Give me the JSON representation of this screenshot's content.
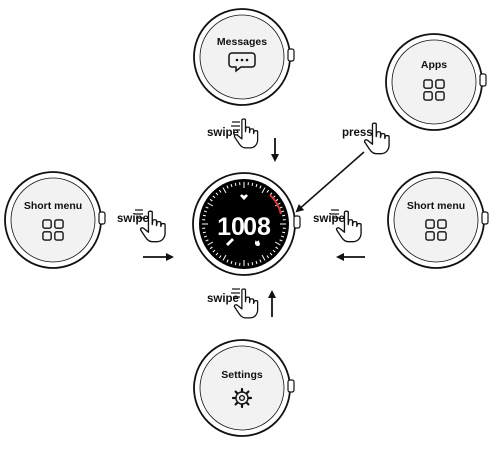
{
  "screens": {
    "messages": {
      "label": "Messages",
      "icon": "speech-bubble-icon"
    },
    "apps": {
      "label": "Apps",
      "icon": "app-grid-icon"
    },
    "short_menu_left": {
      "label": "Short menu",
      "icon": "app-grid-icon"
    },
    "short_menu_right": {
      "label": "Short menu",
      "icon": "app-grid-icon"
    },
    "settings": {
      "label": "Settings",
      "icon": "gear-icon"
    }
  },
  "watch_face": {
    "hours": "10",
    "minutes": "08"
  },
  "gestures": {
    "swipe_down": "swipe",
    "press": "press",
    "swipe_right": "swipe",
    "swipe_left": "swipe",
    "swipe_up": "swipe"
  },
  "colors": {
    "line": "#111111",
    "face": "#000000",
    "watch_fill": "#f2f2f2",
    "accent": "#d9323a"
  }
}
